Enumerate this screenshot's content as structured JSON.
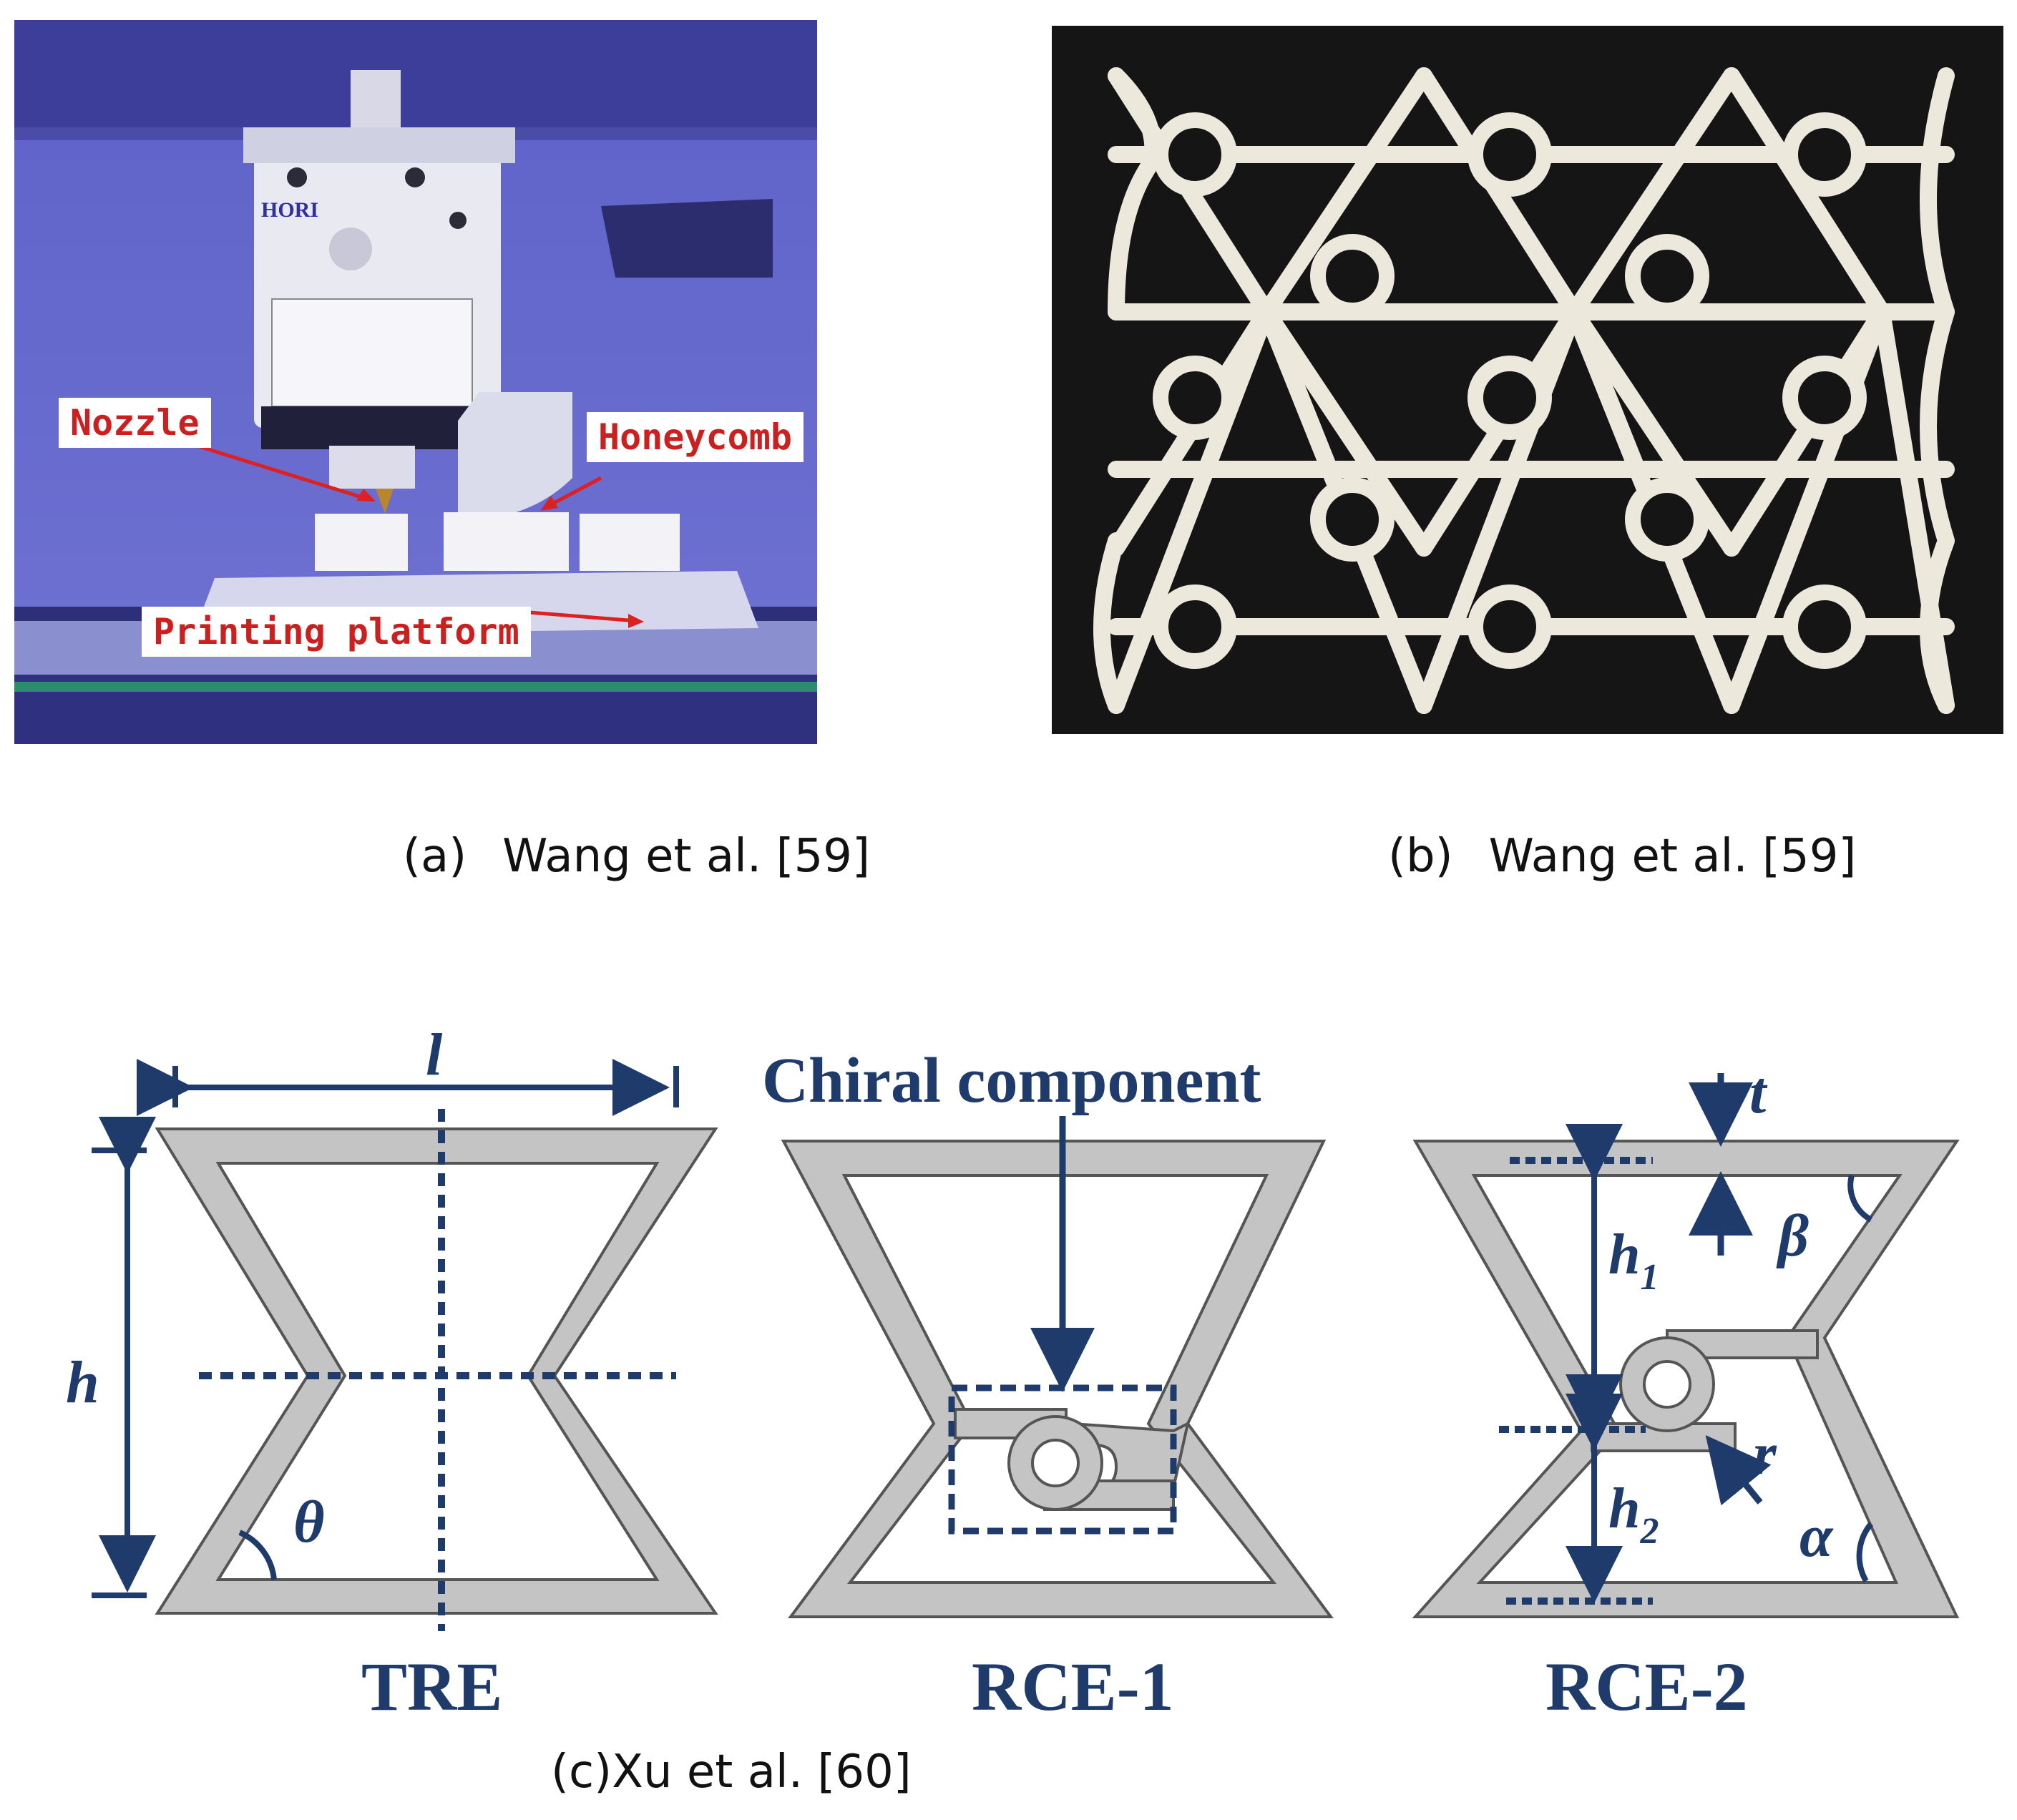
{
  "panel_a": {
    "caption_letter": "(a)",
    "caption_text": "Wang et al. [59]",
    "labels": {
      "nozzle": "Nozzle",
      "honeycomb": "Honeycomb",
      "platform": "Printing platform"
    },
    "printhead_brand": "HORI",
    "colors": {
      "background": "#5b5ec3",
      "label_text": "#cc1f1f",
      "arrow": "#dd2020"
    }
  },
  "panel_b": {
    "caption_letter": "(b)",
    "caption_text": "Wang et al. [59]",
    "colors": {
      "background": "#151515",
      "lattice": "#ece8dc"
    }
  },
  "panel_c": {
    "caption_text": "(c)Xu et al. [60]",
    "callout": "Chiral component",
    "cells": [
      {
        "label": "TRE",
        "symbols": {
          "length": "l",
          "height": "h",
          "angle": "θ"
        }
      },
      {
        "label": "RCE-1"
      },
      {
        "label": "RCE-2",
        "symbols": {
          "thickness": "t",
          "beta": "β",
          "h1": "h",
          "h1_sub": "1",
          "h2": "h",
          "h2_sub": "2",
          "radius": "r",
          "alpha": "α"
        }
      }
    ],
    "colors": {
      "annotation": "#1f3b6b",
      "wall_fill": "#c4c4c4",
      "wall_stroke": "#555555"
    }
  }
}
